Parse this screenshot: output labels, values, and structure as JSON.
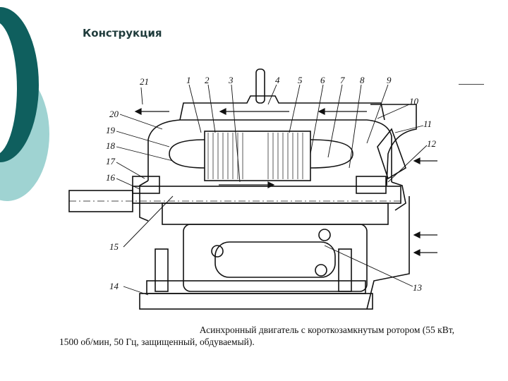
{
  "slide": {
    "title": "Конструкция",
    "accent_dark": "#0f5f5e",
    "accent_light": "#9fd3d2"
  },
  "figure": {
    "labels": [
      "1",
      "2",
      "3",
      "4",
      "5",
      "6",
      "7",
      "8",
      "9",
      "10",
      "11",
      "12",
      "13",
      "14",
      "15",
      "16",
      "17",
      "18",
      "19",
      "20",
      "21"
    ],
    "caption_line1": "Асинхронный двигатель с короткозамкнутым ротором (55 кВт,",
    "caption_line2": "1500 об/мин, 50 Гц, защищенный, обдуваемый)."
  }
}
